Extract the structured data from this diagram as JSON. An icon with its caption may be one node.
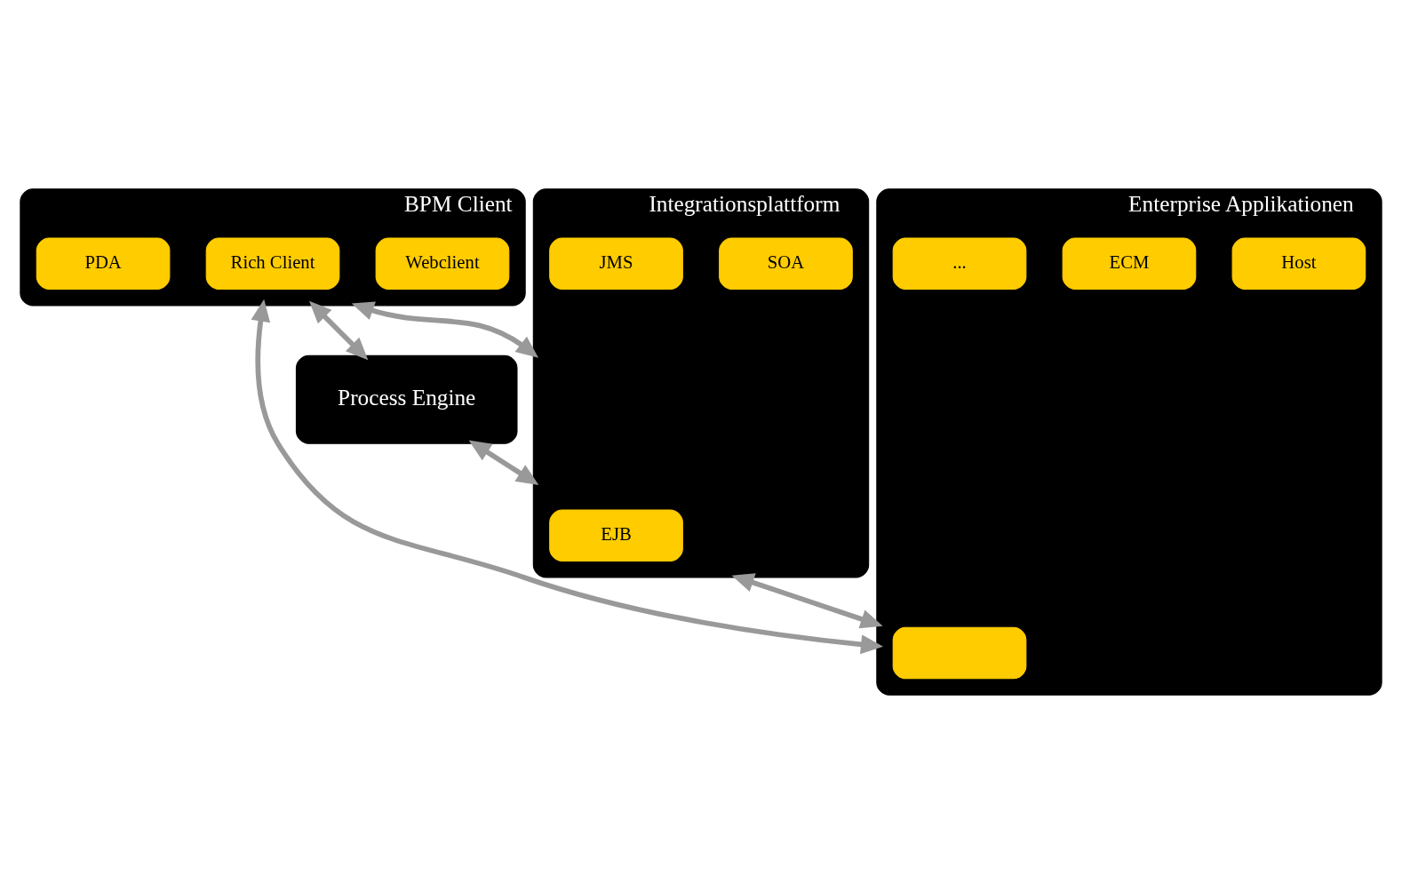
{
  "diagram": {
    "nodes": [
      {
        "text": [
          "BPM Client"
        ]
      },
      {
        "text": [
          "Webclient"
        ],
        "in": 0
      },
      {
        "text": [
          "Rich Client"
        ],
        "in": 0
      },
      {
        "text": [
          "PDA"
        ],
        "in": 0
      },
      {
        "text": [
          "Process Engine"
        ]
      },
      {
        "text": [
          "Integrationsplattform"
        ]
      },
      {
        "text": [
          "SOA"
        ],
        "in": 5
      },
      {
        "text": [
          "EJB"
        ],
        "in": 5
      },
      {
        "text": [
          "JMS"
        ],
        "in": 5
      },
      {
        "text": [
          "Enterprise Applikationen"
        ]
      },
      {
        "text": [
          "Host"
        ],
        "in": 9
      },
      {
        "text": [
          "ECM"
        ],
        "in": 9
      },
      {
        "text": [],
        "shape": "box",
        "in": 9
      },
      {
        "text": [
          "..."
        ],
        "in": 9
      }
    ],
    "edges": [
      {
        "from": 0,
        "to": 4,
        "arrow": "both"
      },
      {
        "from": 0,
        "to": 5,
        "arrow": "both"
      },
      {
        "from": 0,
        "to": 9,
        "arrow": "both"
      },
      {
        "from": 4,
        "to": 5,
        "arrow": "both"
      },
      {
        "from": 5,
        "to": 9,
        "arrow": "both"
      }
    ]
  }
}
